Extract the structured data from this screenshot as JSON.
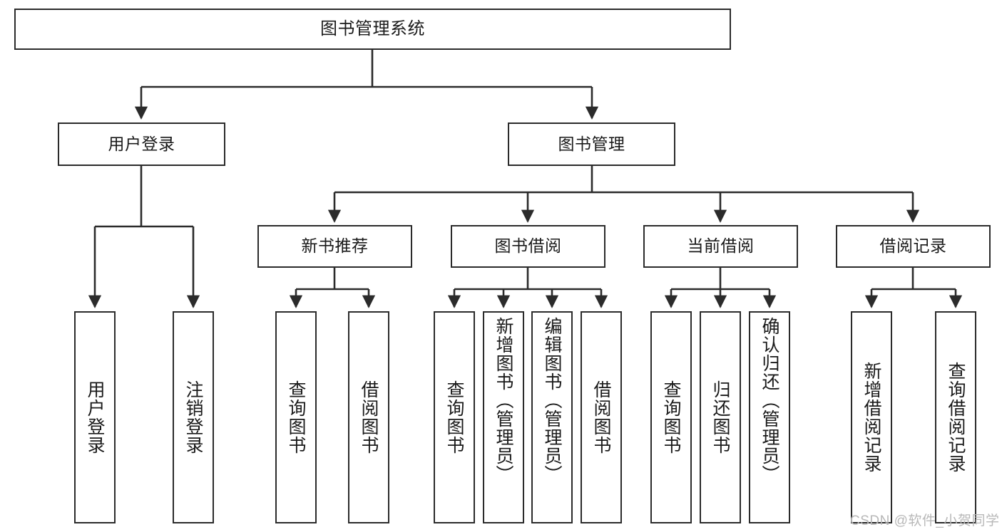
{
  "diagram": {
    "title": "图书管理系统",
    "type": "tree-hierarchy",
    "stroke_color": "#2b2b2b",
    "fill_color": "#ffffff",
    "text_color": "#1a1a1a"
  },
  "nodes": {
    "root": {
      "label": "图书管理系统"
    },
    "level1": [
      {
        "label": "用户登录"
      },
      {
        "label": "图书管理"
      }
    ],
    "level2": [
      {
        "label": "新书推荐"
      },
      {
        "label": "图书借阅"
      },
      {
        "label": "当前借阅"
      },
      {
        "label": "借阅记录"
      }
    ],
    "leaves": {
      "user_login": [
        {
          "label": "用户登录"
        },
        {
          "label": "注销登录"
        }
      ],
      "new_book_recommend": [
        {
          "label": "查询图书"
        },
        {
          "label": "借阅图书"
        }
      ],
      "book_borrow": [
        {
          "label": "查询图书"
        },
        {
          "label": "新增图书（管理员）"
        },
        {
          "label": "编辑图书（管理员）"
        },
        {
          "label": "借阅图书"
        }
      ],
      "current_borrow": [
        {
          "label": "查询图书"
        },
        {
          "label": "归还图书"
        },
        {
          "label": "确认归还（管理员）"
        }
      ],
      "borrow_record": [
        {
          "label": "新增借阅记录"
        },
        {
          "label": "查询借阅记录"
        }
      ]
    }
  },
  "watermark": {
    "text": "CSDN @软件_小贺同学"
  }
}
